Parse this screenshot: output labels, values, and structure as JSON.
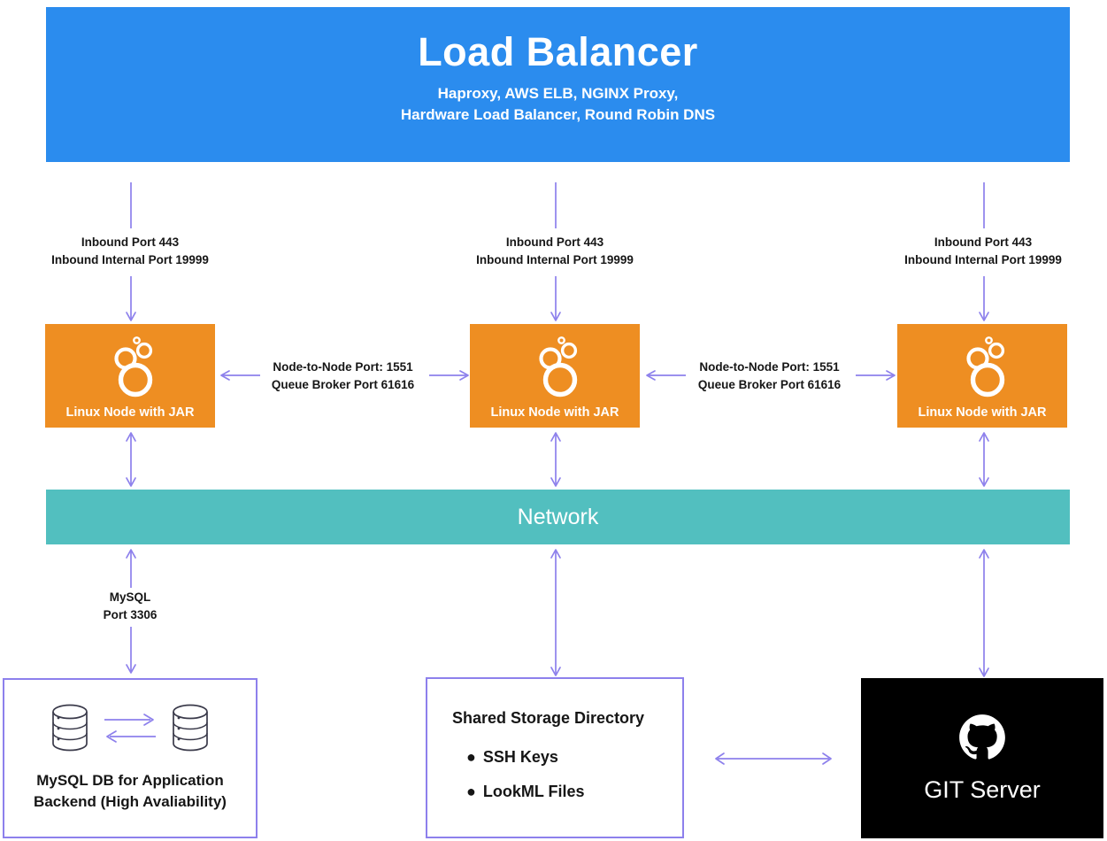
{
  "diagram": {
    "title": "Load Balancer Architecture Diagram",
    "colors": {
      "load_balancer_blue": "#2B8CEE",
      "node_orange": "#EE8E22",
      "network_teal": "#52BFBF",
      "arrow_purple": "#8D80EC",
      "git_black": "#000000",
      "text_dark": "#161616",
      "white": "#FFFFFF"
    }
  },
  "load_balancer": {
    "title": "Load Balancer",
    "subtitle_line1": "Haproxy, AWS ELB, NGINX Proxy,",
    "subtitle_line2": "Hardware Load Balancer, Round Robin DNS"
  },
  "inbound_notes": [
    {
      "line1": "Inbound Port 443",
      "line2": "Inbound Internal Port 19999"
    },
    {
      "line1": "Inbound Port 443",
      "line2": "Inbound Internal Port 19999"
    },
    {
      "line1": "Inbound Port 443",
      "line2": "Inbound Internal Port 19999"
    }
  ],
  "nodes": [
    {
      "label": "Linux Node with JAR",
      "icon": "linux-cluster-icon"
    },
    {
      "label": "Linux Node with JAR",
      "icon": "linux-cluster-icon"
    },
    {
      "label": "Linux Node with JAR",
      "icon": "linux-cluster-icon"
    }
  ],
  "node_links": [
    {
      "line1": "Node-to-Node Port: 1551",
      "line2": "Queue Broker Port 61616"
    },
    {
      "line1": "Node-to-Node Port: 1551",
      "line2": "Queue Broker Port 61616"
    }
  ],
  "network": {
    "label": "Network"
  },
  "mysql_link": {
    "line1": "MySQL",
    "line2": "Port 3306"
  },
  "mysql_db": {
    "caption_line1": "MySQL DB for Application",
    "caption_line2": "Backend (High Avaliability)"
  },
  "shared_storage": {
    "title": "Shared Storage Directory",
    "items": [
      "SSH Keys",
      "LookML Files"
    ],
    "bullet": "●"
  },
  "git_server": {
    "label": "GIT Server",
    "icon": "github-octocat-icon"
  }
}
